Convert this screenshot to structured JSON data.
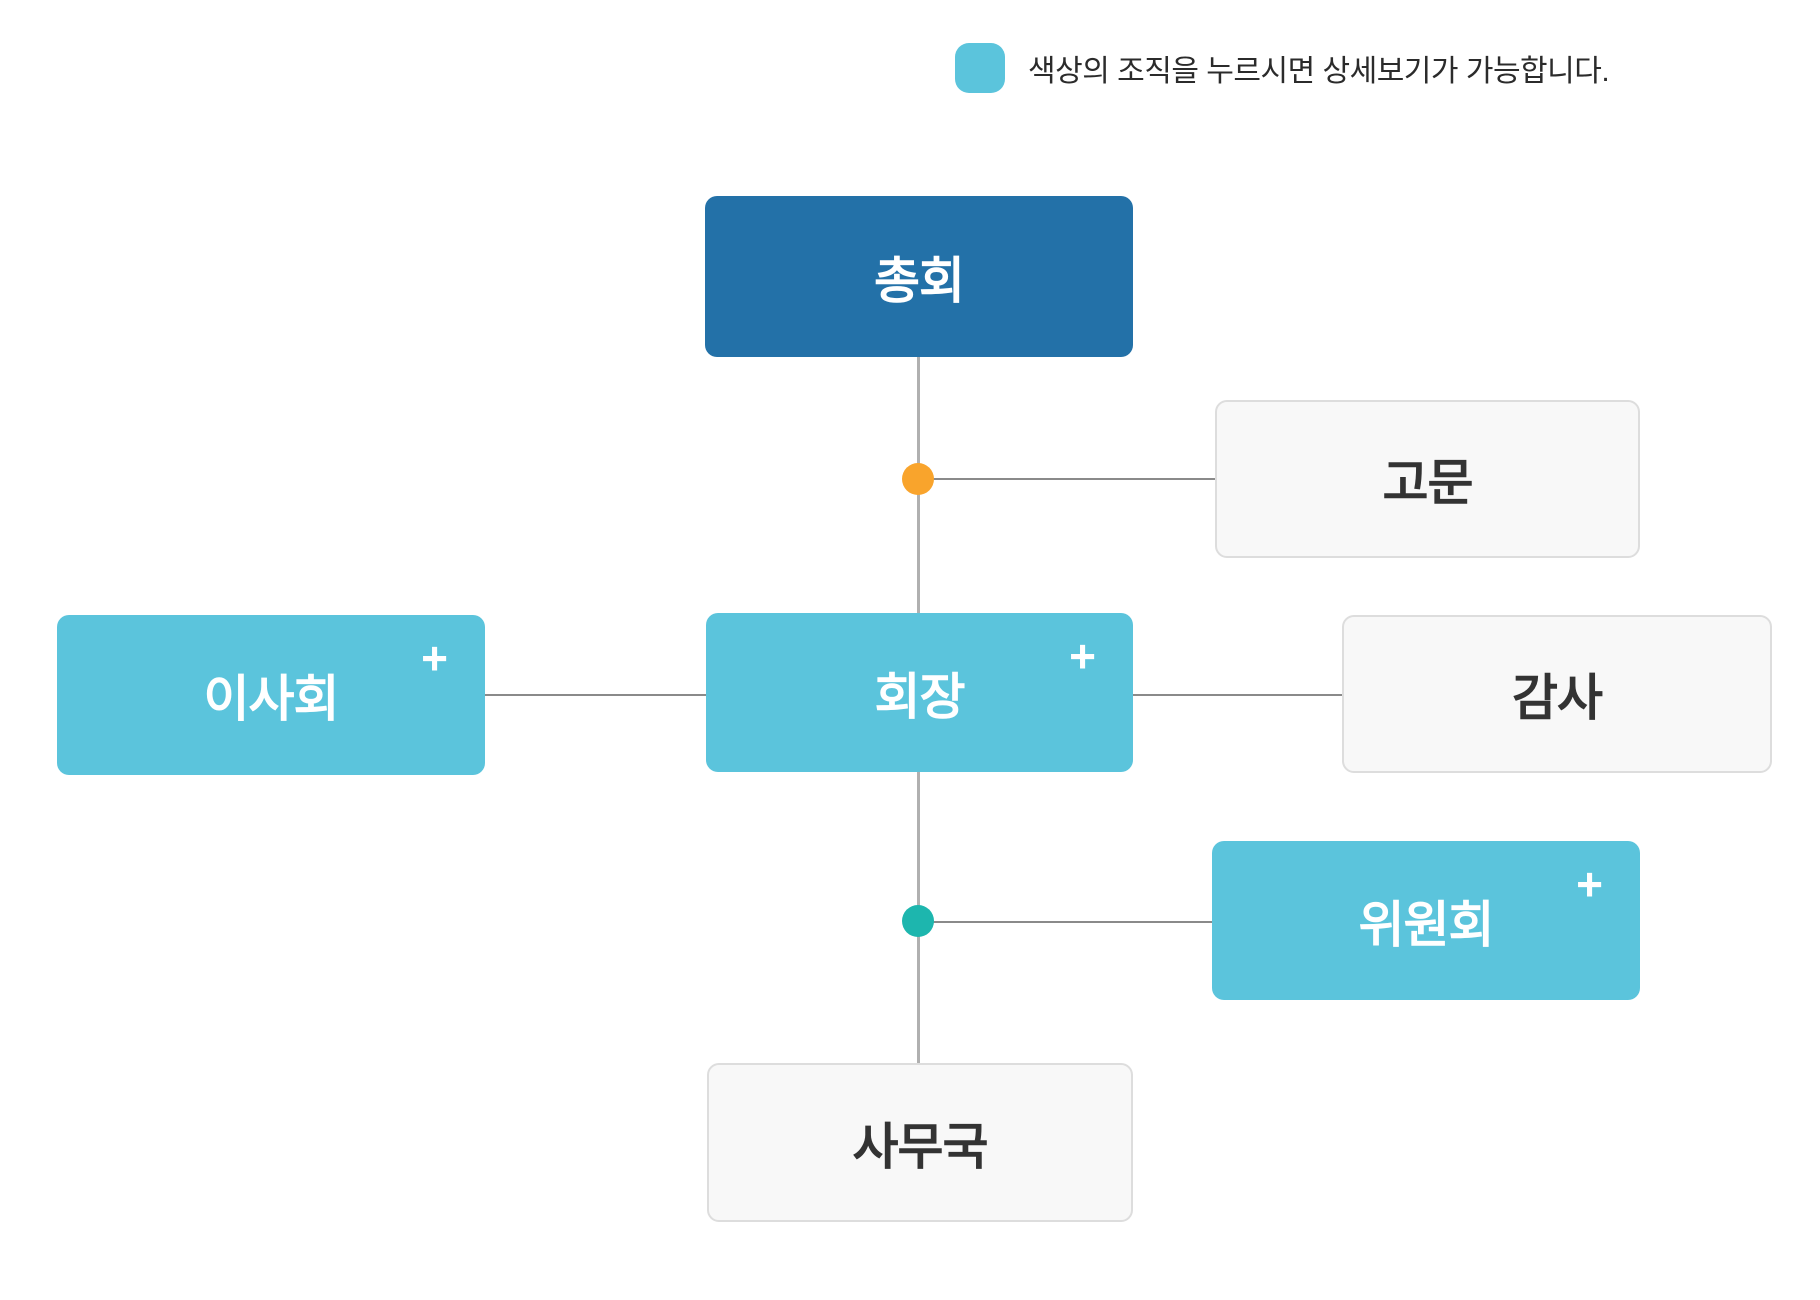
{
  "legend": {
    "text": "색상의 조직을 누르시면 상세보기가 가능합니다."
  },
  "nodes": {
    "assembly": {
      "label": "총회",
      "type": "dark",
      "expandable": false
    },
    "advisor": {
      "label": "고문",
      "type": "muted",
      "expandable": false
    },
    "board": {
      "label": "이사회",
      "type": "light",
      "expandable": true,
      "expand_icon": "+"
    },
    "president": {
      "label": "회장",
      "type": "light",
      "expandable": true,
      "expand_icon": "+"
    },
    "auditor": {
      "label": "감사",
      "type": "muted",
      "expandable": false
    },
    "committee": {
      "label": "위원회",
      "type": "light",
      "expandable": true,
      "expand_icon": "+"
    },
    "secretariat": {
      "label": "사무국",
      "type": "muted",
      "expandable": false
    }
  },
  "colors": {
    "primary_dark": "#2371A8",
    "primary_light": "#5BC4DC",
    "dot_orange": "#F9A42C",
    "dot_teal": "#1DB6AE",
    "line_vertical": "#B0B0B0",
    "line_horizontal": "#8A8A8A",
    "muted_bg": "#F8F8F8",
    "muted_border": "#DDDDDD",
    "text_dark": "#333333"
  }
}
